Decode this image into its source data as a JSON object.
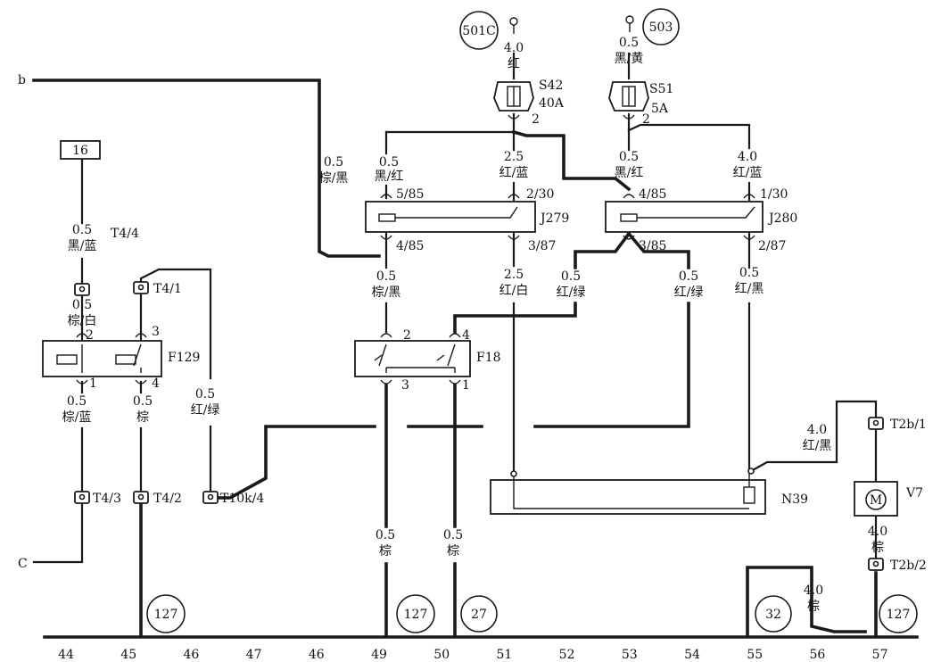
{
  "side_labels": {
    "b": "b",
    "c": "C"
  },
  "relay_numbers": {
    "r501c": "501C",
    "r503": "503",
    "r127a": "127",
    "r127b": "127",
    "r27": "27",
    "r32": "32",
    "r127c": "127",
    "r16": "16"
  },
  "components": {
    "s42": "S42",
    "s42_rating": "40A",
    "s51": "S51",
    "s51_rating": "5A",
    "j279": "J279",
    "j280": "J280",
    "f129": "F129",
    "f18": "F18",
    "n39": "N39",
    "v7": "V7",
    "motor_symbol": "M"
  },
  "pins": {
    "s42_out": "2",
    "s51_out": "2",
    "j279_5_85": "5/85",
    "j279_2_30": "2/30",
    "j279_4_85": "4/85",
    "j279_3_87": "3/87",
    "j280_4_85": "4/85",
    "j280_1_30": "1/30",
    "j280_3_85": "3/85",
    "j280_2_87": "2/87",
    "f129_2": "2",
    "f129_3": "3",
    "f129_1": "1",
    "f129_4": "4",
    "f18_2": "2",
    "f18_4": "4",
    "f18_3": "3",
    "f18_1": "1"
  },
  "connectors": {
    "t4_4": "T4/4",
    "t4_1": "T4/1",
    "t4_3": "T4/3",
    "t4_2": "T4/2",
    "t10k_4": "T10k/4",
    "t2b_1": "T2b/1",
    "t2b_2": "T2b/2"
  },
  "wires": {
    "s42_in_size": "4.0",
    "s42_in_color": "红",
    "s51_in_size": "0.5",
    "s51_in_color": "黑/黄",
    "b_size": "0.5",
    "b_color": "棕/黑",
    "j279_5_size": "0.5",
    "j279_5_color": "黑/红",
    "j279_2_size": "2.5",
    "j279_2_color": "红/蓝",
    "j280_4_size": "0.5",
    "j280_4_color": "黑/红",
    "j280_1_size": "4.0",
    "j280_1_color": "红/蓝",
    "w16_size": "0.5",
    "w16_color": "黑/蓝",
    "f129_top_size": "0.5",
    "f129_top_color": "棕/白",
    "j279_4_out_size": "0.5",
    "j279_4_out_color": "棕/黑",
    "j279_3_out_size": "2.5",
    "j279_3_out_color": "红/白",
    "j280_3_l_size": "0.5",
    "j280_3_l_color": "红/绿",
    "j280_3_r_size": "0.5",
    "j280_3_r_color": "红/绿",
    "j280_2_out_size": "0.5",
    "j280_2_out_color": "红/黑",
    "f129_1_size": "0.5",
    "f129_1_color": "棕/蓝",
    "f129_4_size": "0.5",
    "f129_4_color": "棕",
    "t10k_size": "0.5",
    "t10k_color": "红/绿",
    "n39_v7_size": "4.0",
    "n39_v7_color": "红/黑",
    "f18_3_size": "0.5",
    "f18_3_color": "棕",
    "f18_1_size": "0.5",
    "f18_1_color": "棕",
    "v7_out_size": "4.0",
    "v7_out_color": "棕",
    "g56_size": "4.0",
    "g56_color": "棕"
  },
  "axis_numbers": [
    "44",
    "45",
    "46",
    "47",
    "46",
    "49",
    "50",
    "51",
    "52",
    "53",
    "54",
    "55",
    "56",
    "57"
  ]
}
